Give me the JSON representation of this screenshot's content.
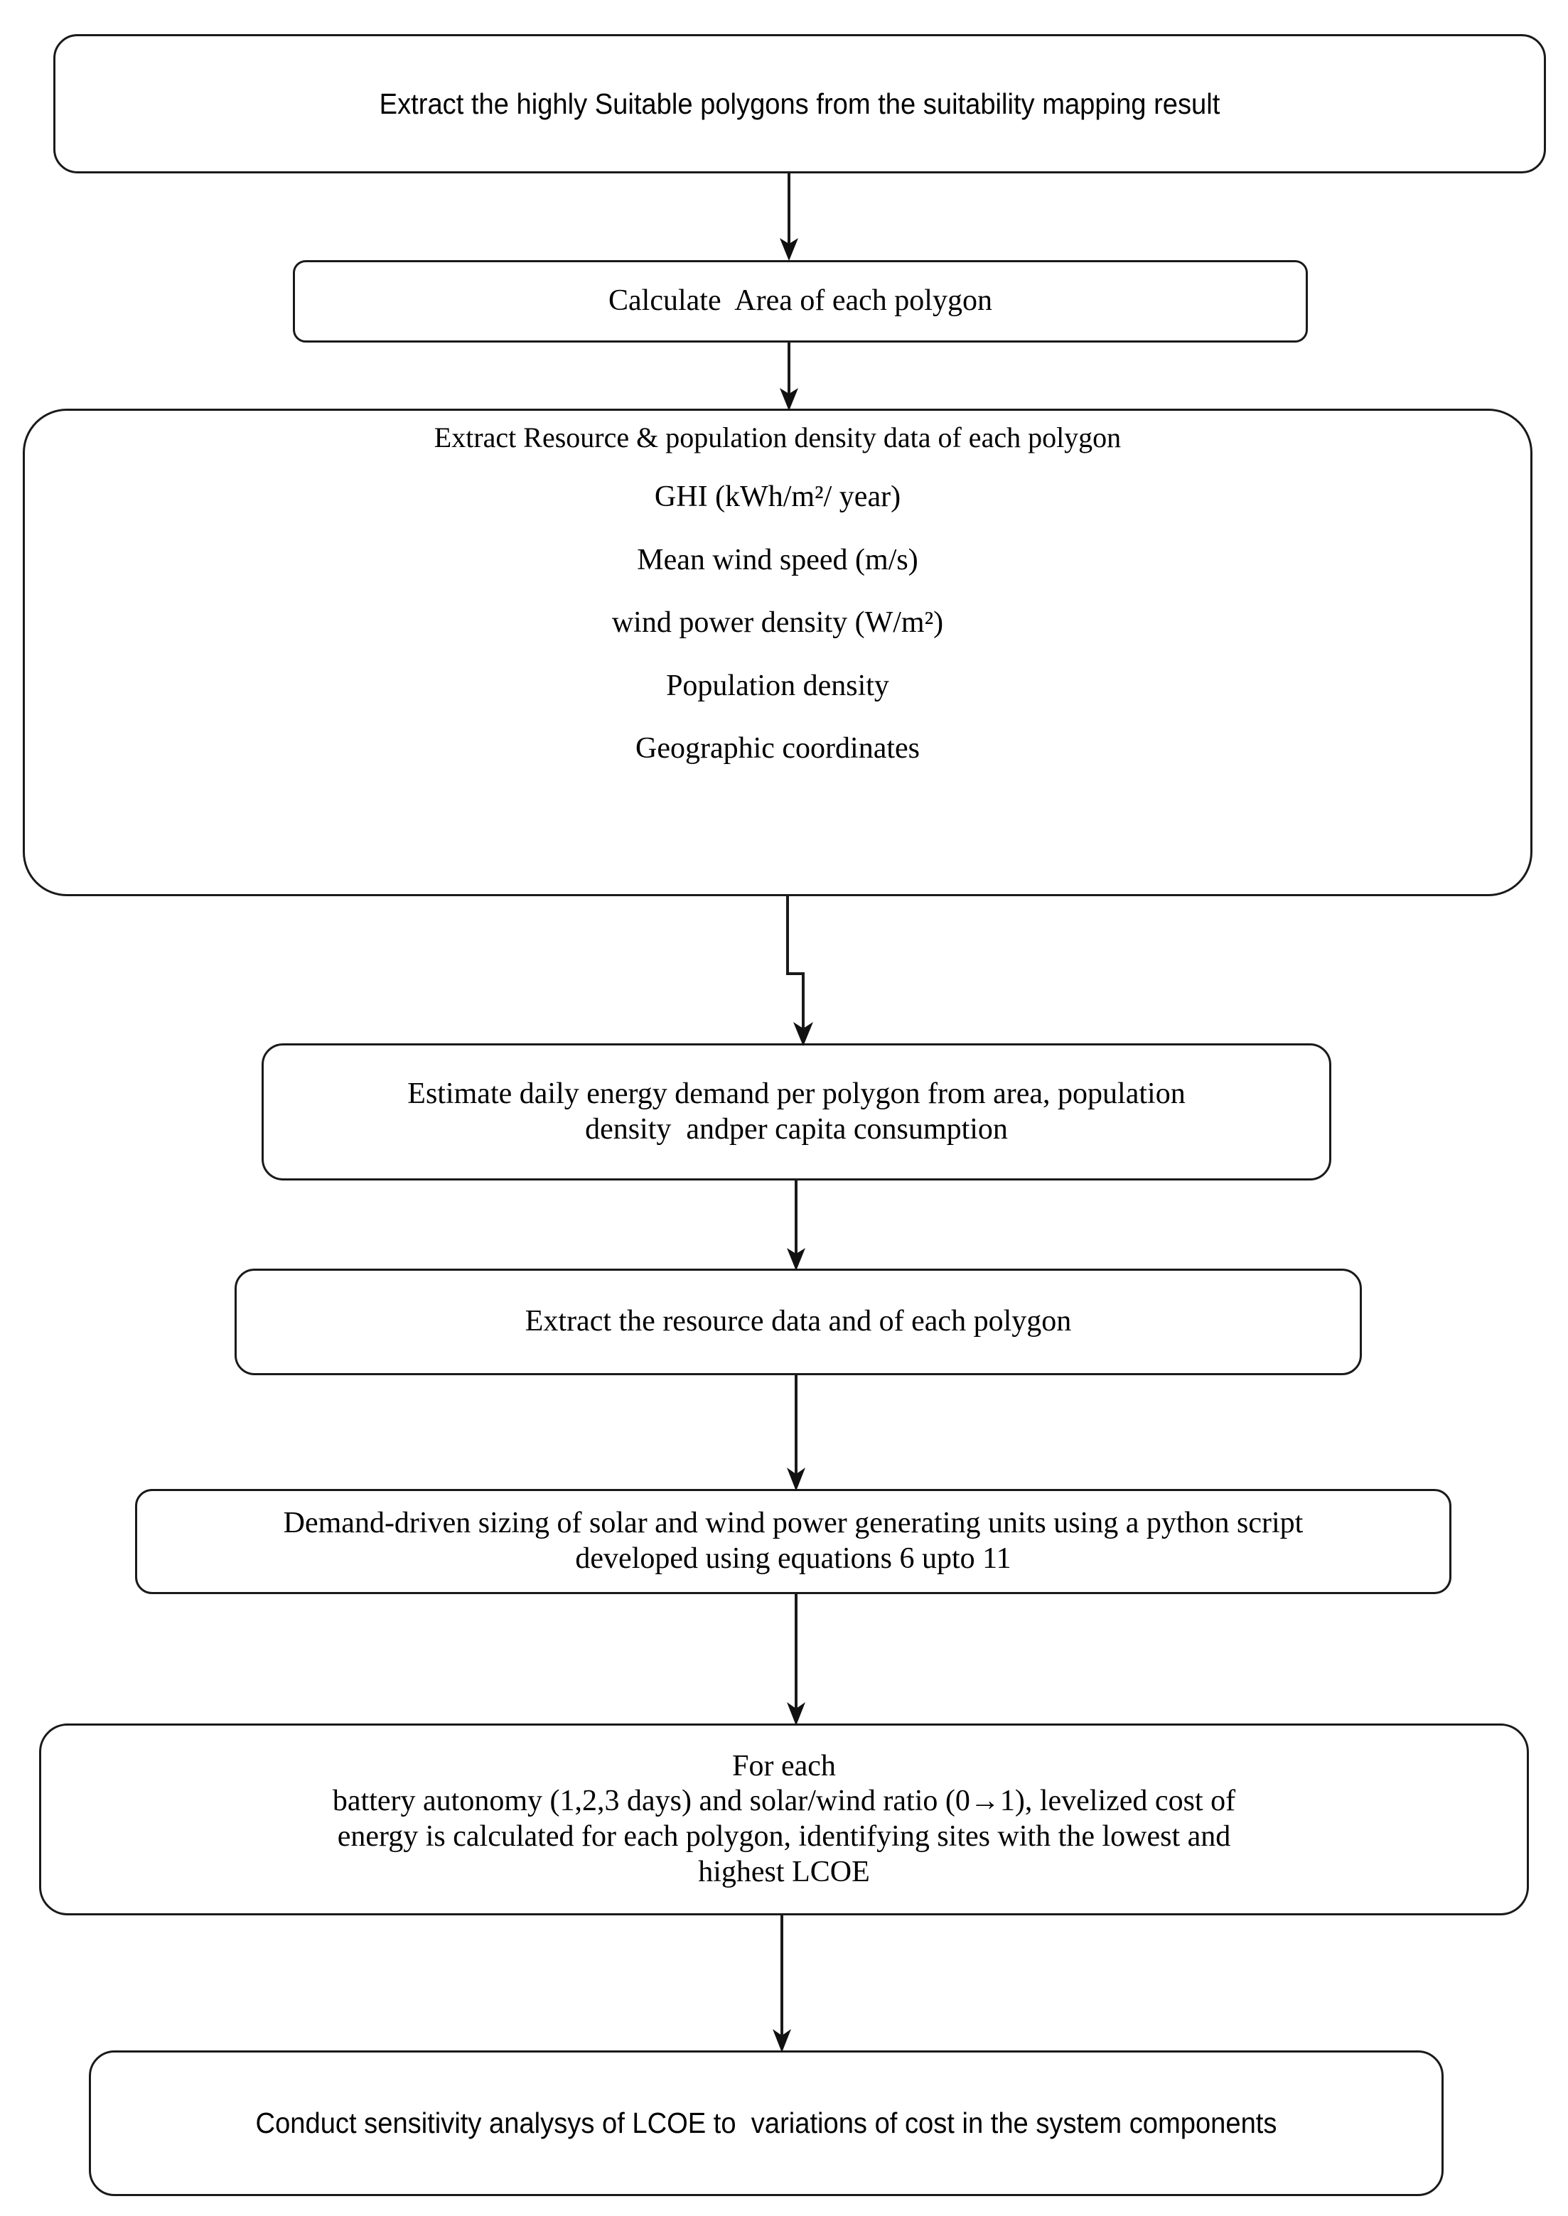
{
  "diagram": {
    "title": "Methodology flowchart for suitability-based renewable energy site assessment",
    "orientation": "top-to-bottom",
    "line_color": "#1a1a1a",
    "background_color": "#ffffff"
  },
  "nodes": [
    {
      "id": "extract-suitable",
      "lines": [
        "Extract the highly Suitable polygons from the suitability mapping result"
      ]
    },
    {
      "id": "calculate-area",
      "lines": [
        "Calculate  Area of each polygon"
      ]
    },
    {
      "id": "extract-resource-data",
      "lines": [
        "Extract Resource & population density data of each polygon",
        "GHI (kWh/m²/ year)",
        "Mean wind speed (m/s)",
        "wind power density (W/m²)",
        "Population density",
        "Geographic coordinates"
      ]
    },
    {
      "id": "estimate-demand",
      "lines": [
        "Estimate daily energy demand per polygon from area, population",
        "density  andper capita consumption"
      ]
    },
    {
      "id": "extract-resource-each",
      "lines": [
        "Extract the resource data and of each polygon"
      ]
    },
    {
      "id": "sizing-units",
      "lines": [
        "Demand-driven sizing of solar and wind power generating units using a python script",
        "developed using equations 6 upto 11"
      ]
    },
    {
      "id": "lcoe-calculation",
      "lines": [
        "For each",
        "battery autonomy (1,2,3 days) and solar/wind ratio (0→1), levelized cost of",
        "energy is calculated for each polygon, identifying sites with the lowest and",
        "highest LCOE"
      ]
    },
    {
      "id": "sensitivity-analysis",
      "lines": [
        "Conduct sensitivity analysys of LCOE to  variations of cost in the system components"
      ]
    }
  ],
  "connectors": [
    {
      "id": "arrow-1",
      "from": "extract-suitable",
      "to": "calculate-area",
      "style": "straight"
    },
    {
      "id": "arrow-2",
      "from": "calculate-area",
      "to": "extract-resource-data",
      "style": "straight"
    },
    {
      "id": "arrow-3",
      "from": "extract-resource-data",
      "to": "estimate-demand",
      "style": "stepped"
    },
    {
      "id": "arrow-4",
      "from": "estimate-demand",
      "to": "extract-resource-each",
      "style": "straight"
    },
    {
      "id": "arrow-5",
      "from": "extract-resource-each",
      "to": "sizing-units",
      "style": "straight"
    },
    {
      "id": "arrow-6",
      "from": "sizing-units",
      "to": "lcoe-calculation",
      "style": "straight"
    },
    {
      "id": "arrow-7",
      "from": "lcoe-calculation",
      "to": "sensitivity-analysis",
      "style": "straight"
    }
  ]
}
